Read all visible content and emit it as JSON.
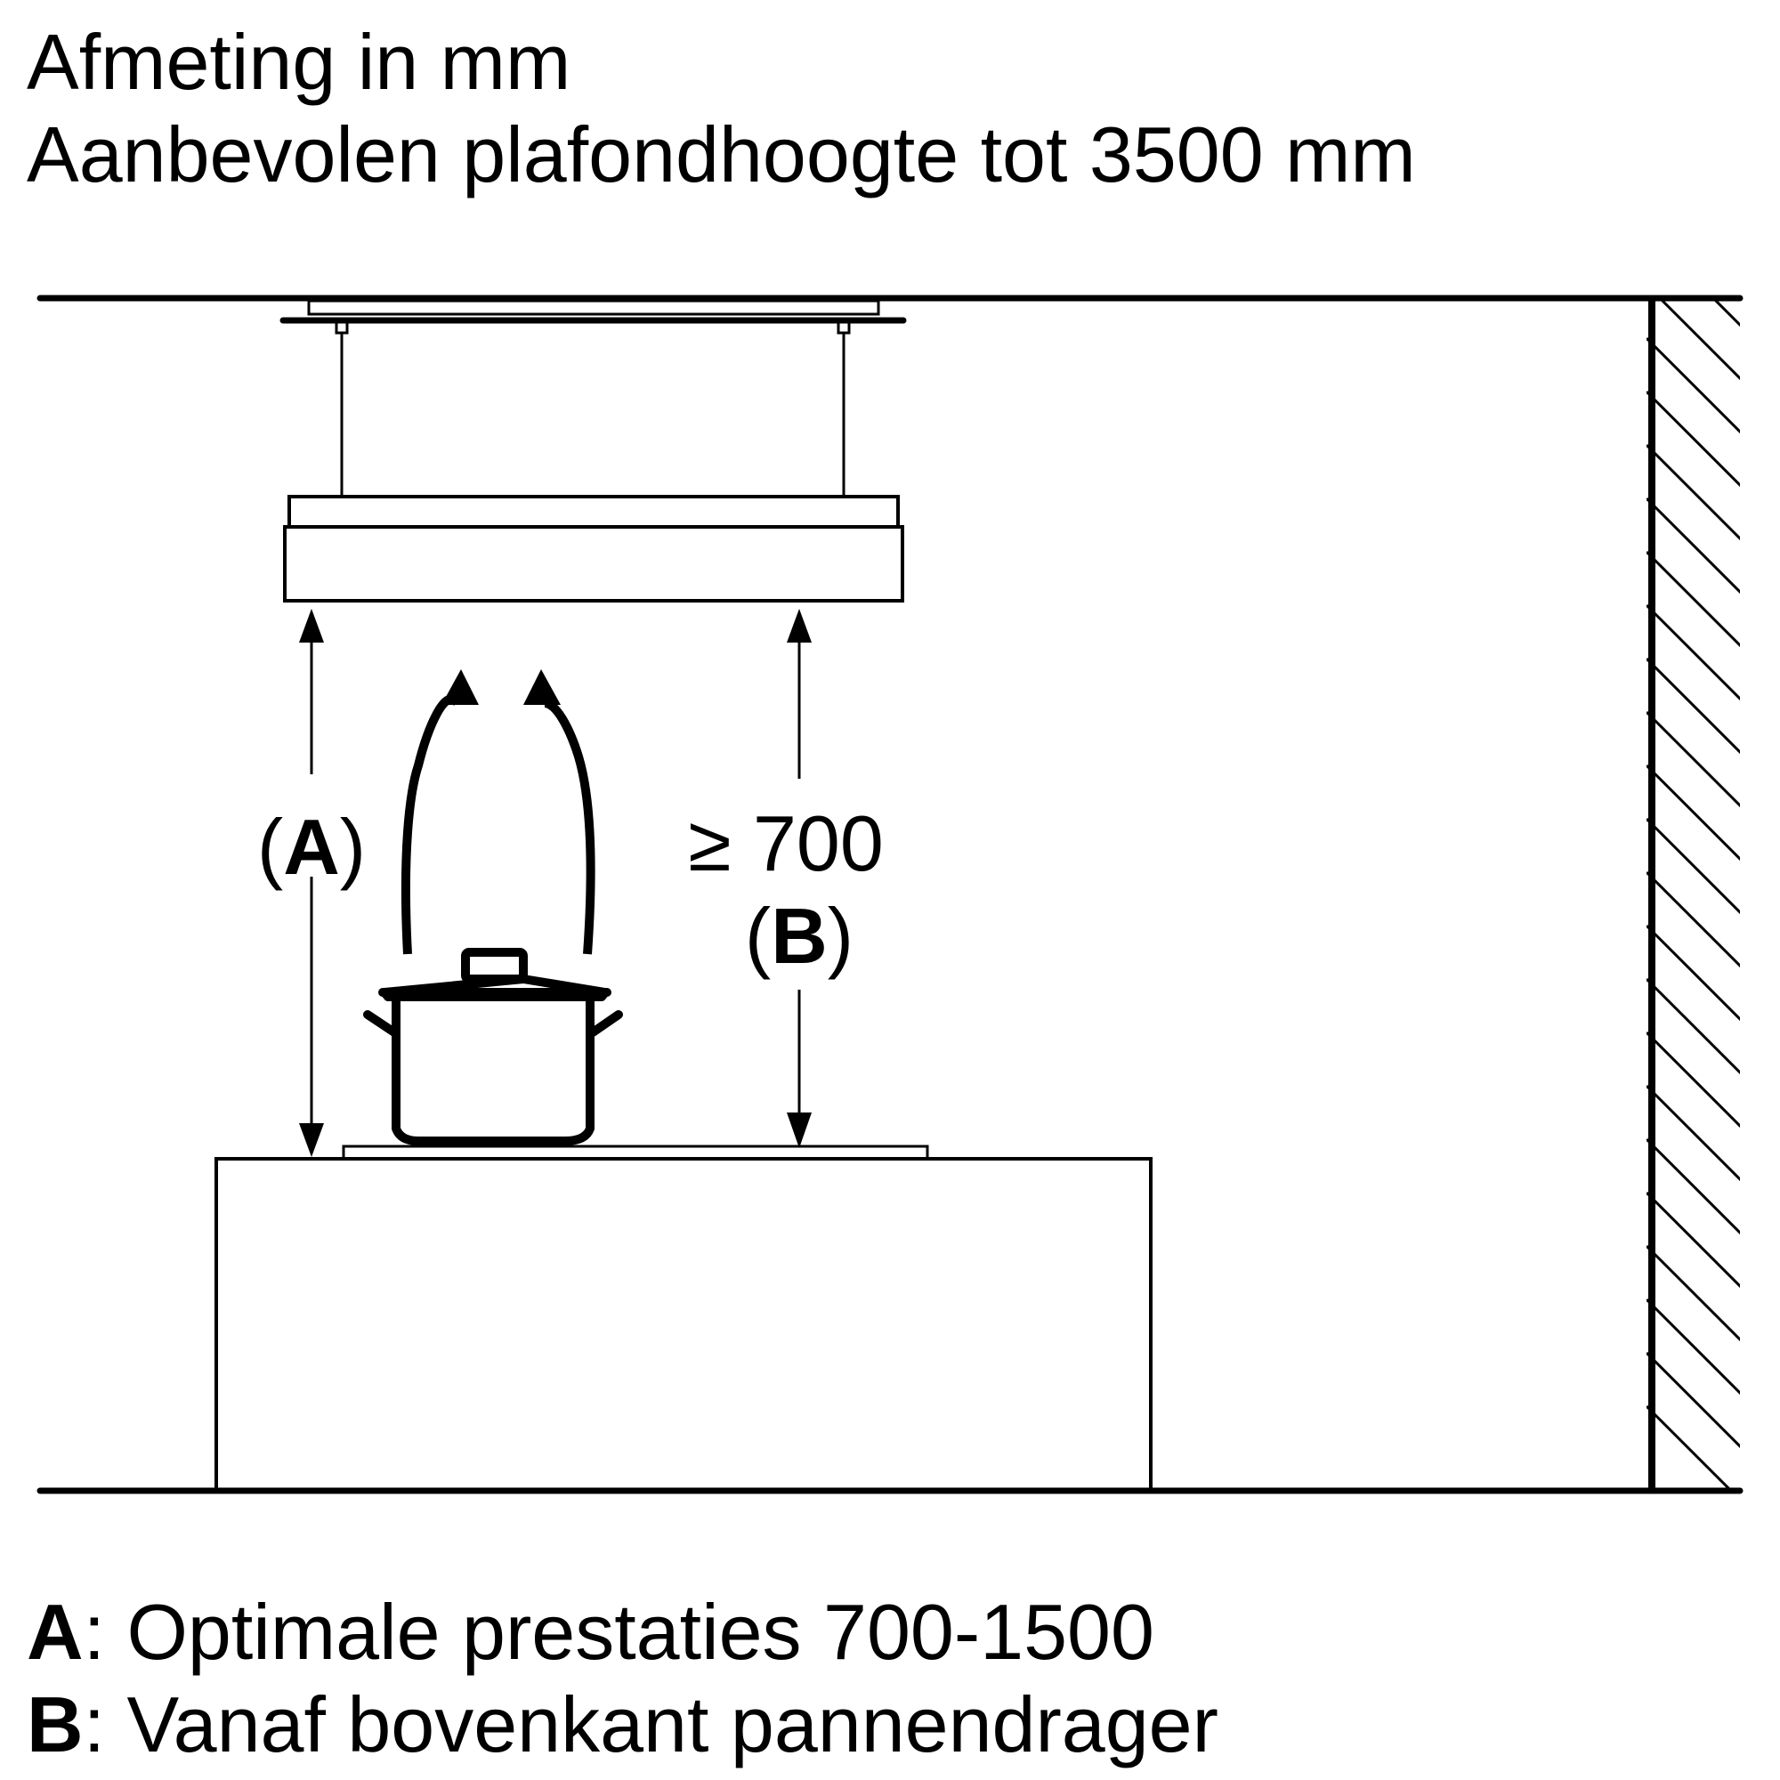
{
  "header": {
    "line1": "Afmeting in mm",
    "line2": "Aanbevolen plafondhoogte tot 3500 mm"
  },
  "diagram": {
    "label_a": "(A)",
    "label_a_letter": "A",
    "label_b_value": "≥ 700",
    "label_b_letter": "B"
  },
  "legend": {
    "a_key": "A",
    "a_text": ": Optimale prestaties 700-1500",
    "b_key": "B",
    "b_text": ": Vanaf bovenkant pannendrager"
  }
}
